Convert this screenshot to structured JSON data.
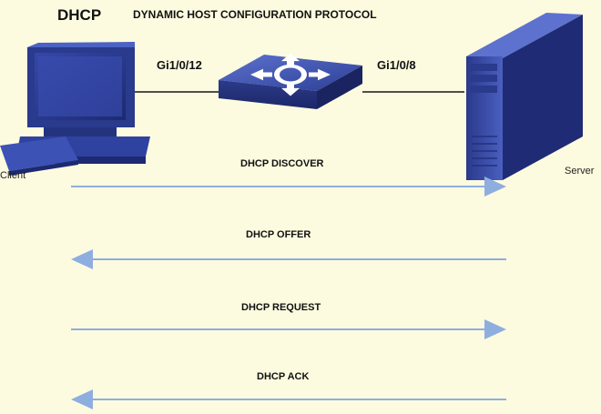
{
  "header": {
    "title": "DHCP",
    "subtitle": "DYNAMIC HOST CONFIGURATION PROTOCOL"
  },
  "topology": {
    "port_left": "Gi1/0/12",
    "port_right": "Gi1/0/8",
    "client_label": "Client",
    "server_label": "Server"
  },
  "messages": [
    {
      "label": "DHCP DISCOVER",
      "direction": "client-to-server"
    },
    {
      "label": "DHCP OFFER",
      "direction": "server-to-client"
    },
    {
      "label": "DHCP REQUEST",
      "direction": "client-to-server"
    },
    {
      "label": "DHCP ACK",
      "direction": "server-to-client"
    }
  ],
  "colors": {
    "background": "#fdfbdf",
    "device_blue": "#3a4fa8",
    "arrow_blue": "#8eaee0",
    "cable": "#4d4d4d"
  }
}
